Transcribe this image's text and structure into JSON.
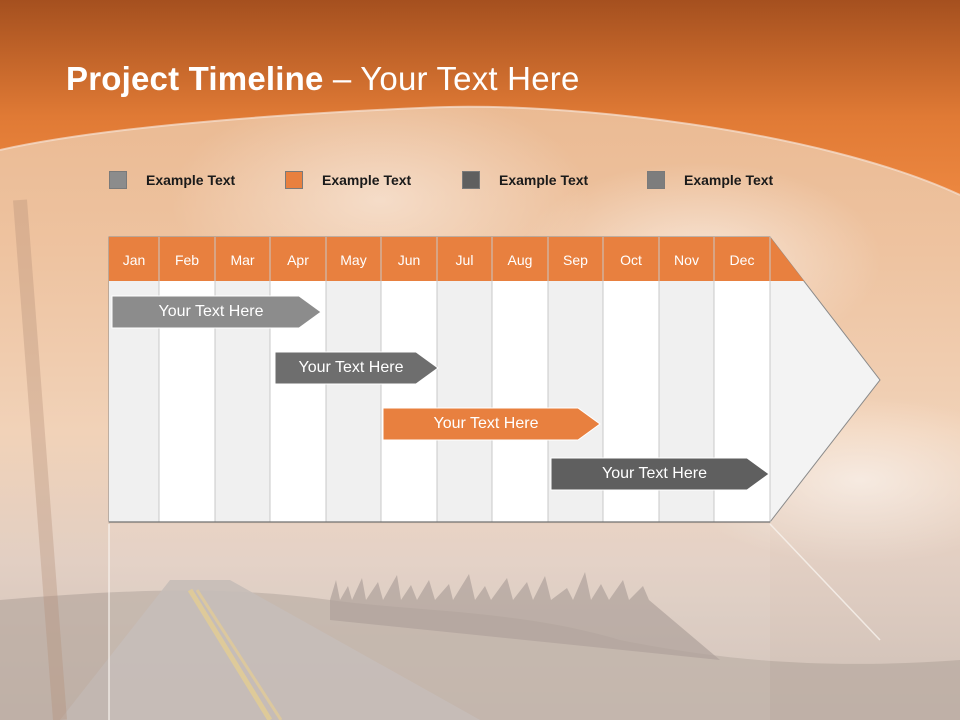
{
  "title": {
    "bold": "Project Timeline",
    "rest": " – Your Text Here"
  },
  "legend": [
    {
      "label": "Example Text",
      "color": "#8c8c8c"
    },
    {
      "label": "Example Text",
      "color": "#e8803f"
    },
    {
      "label": "Example Text",
      "color": "#5f5f5f"
    },
    {
      "label": "Example Text",
      "color": "#7d7d7d"
    }
  ],
  "months": [
    "Jan",
    "Feb",
    "Mar",
    "Apr",
    "May",
    "Jun",
    "Jul",
    "Aug",
    "Sep",
    "Oct",
    "Nov",
    "Dec"
  ],
  "tasks": [
    {
      "label": "Your  Text Here",
      "start_month": "Jan",
      "end_month": "Apr",
      "color": "#8c8c8c"
    },
    {
      "label": "Your  Text Here",
      "start_month": "Apr",
      "end_month": "Jun",
      "color": "#6e6e6e"
    },
    {
      "label": "Your  Text Here",
      "start_month": "Jun",
      "end_month": "Sep",
      "color": "#e8803f"
    },
    {
      "label": "Your  Text Here",
      "start_month": "Sep",
      "end_month": "Dec",
      "color": "#5f5f5f"
    }
  ],
  "colors": {
    "header": "#e07a35",
    "month_bar": "#e8803f"
  }
}
